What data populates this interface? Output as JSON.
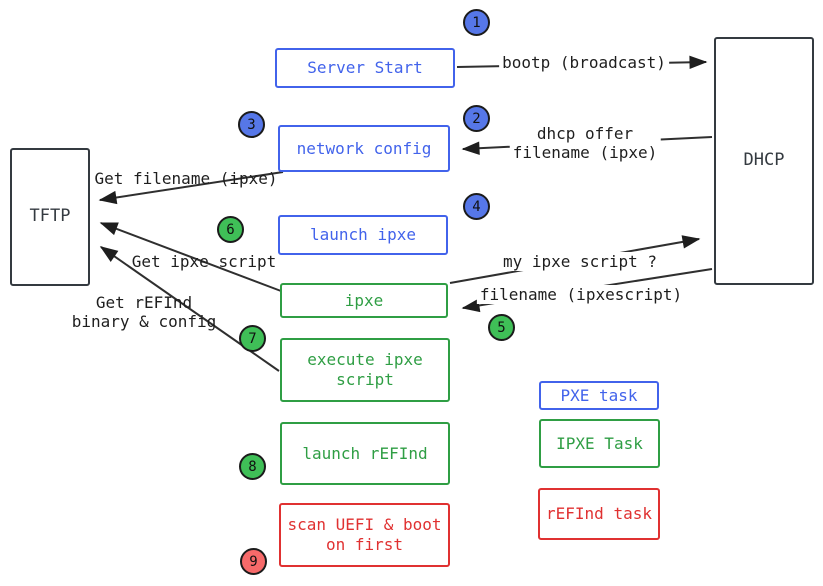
{
  "colors": {
    "blue": "#4263eb",
    "green": "#2f9e44",
    "red": "#e03131",
    "ink": "#343a40",
    "step_blue": "#5677e8",
    "step_green": "#3fbf57",
    "step_red": "#f76a6a"
  },
  "nodes": {
    "tftp": {
      "label": "TFTP"
    },
    "dhcp": {
      "label": "DHCP"
    },
    "server_start": {
      "label": "Server Start"
    },
    "network_config": {
      "label": "network config"
    },
    "launch_ipxe": {
      "label": "launch ipxe"
    },
    "ipxe": {
      "label": "ipxe"
    },
    "execute_ipxe_script": {
      "label": "execute ipxe script"
    },
    "launch_refind": {
      "label": "launch rEFInd"
    },
    "scan_uefi": {
      "label": "scan UEFI & boot on first"
    }
  },
  "edges": {
    "bootp": {
      "label": "bootp (broadcast)"
    },
    "dhcp_offer": {
      "label": "dhcp offer\nfilename (ipxe)"
    },
    "get_filename": {
      "label": "Get filename (ipxe)"
    },
    "get_ipxe_script": {
      "label": "Get ipxe script"
    },
    "get_refind": {
      "label": "Get rEFInd\nbinary & config"
    },
    "my_ipxe_script": {
      "label": "my ipxe script ?"
    },
    "filename_ipxescript": {
      "label": "filename (ipxescript)"
    }
  },
  "steps": [
    "1",
    "2",
    "3",
    "4",
    "5",
    "6",
    "7",
    "8",
    "9"
  ],
  "legend": [
    {
      "label": "PXE task",
      "color": "#4263eb"
    },
    {
      "label": "IPXE Task",
      "color": "#2f9e44"
    },
    {
      "label": "rEFInd task",
      "color": "#e03131"
    }
  ]
}
